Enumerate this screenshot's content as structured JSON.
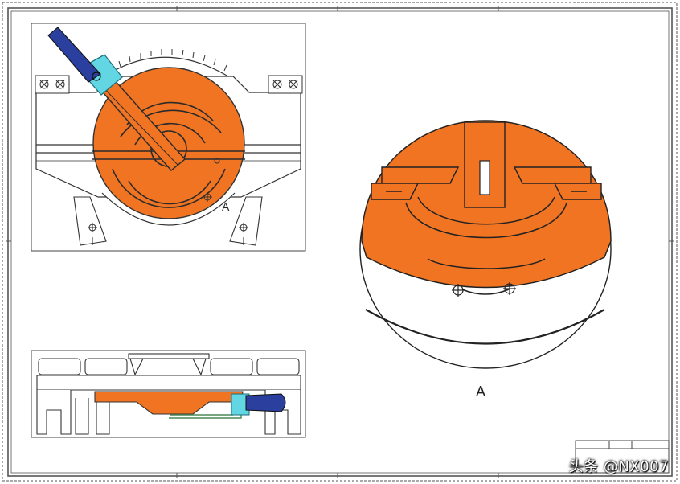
{
  "drawing": {
    "colors": {
      "sheet_line": "#555555",
      "part_orange": "#f07422",
      "part_outline": "#333333",
      "handle_blue": "#2a3f9e",
      "clip_cyan": "#62d6e2",
      "linkage_green": "#4a8a56"
    },
    "views": {
      "top_view": {
        "section_marker": "A"
      },
      "detail_view": {
        "label": "A"
      }
    },
    "title_block": {
      "cells": [
        "",
        ""
      ]
    }
  },
  "watermark": {
    "text": "头条 @NX007"
  }
}
